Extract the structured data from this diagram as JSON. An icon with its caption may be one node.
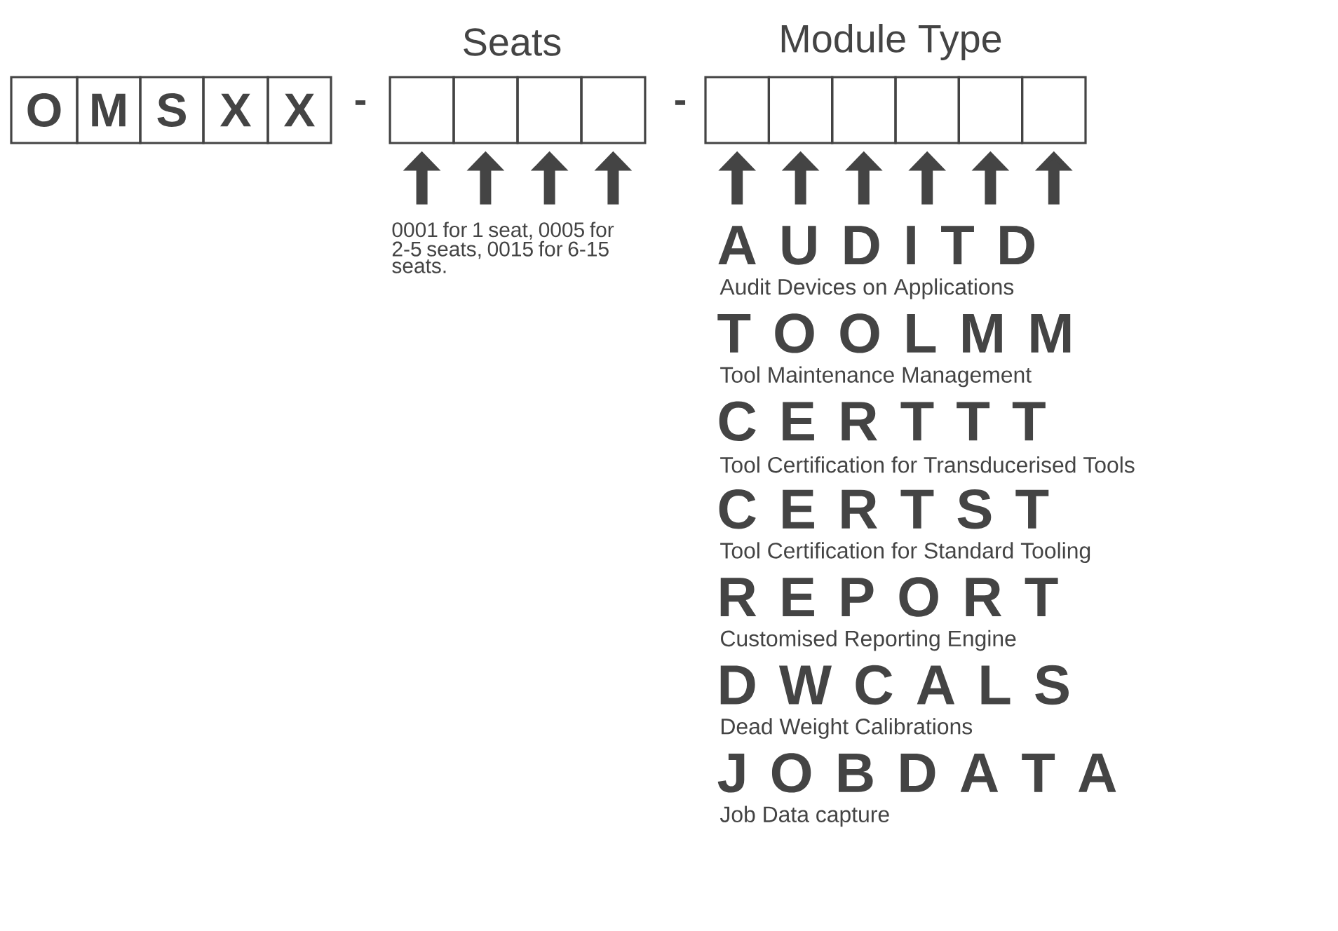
{
  "diagram": {
    "nodes": [
      {
        "text": [
          "O"
        ]
      },
      {
        "text": [
          "M"
        ]
      },
      {
        "text": [
          "S"
        ]
      },
      {
        "text": [
          "X"
        ]
      },
      {
        "text": [
          "X"
        ]
      },
      {
        "text": [],
        "shape": "box"
      },
      {
        "text": [],
        "shape": "box"
      },
      {
        "text": [],
        "shape": "box"
      },
      {
        "text": [],
        "shape": "box"
      },
      {
        "text": [],
        "shape": "box"
      },
      {
        "text": [],
        "shape": "box"
      },
      {
        "text": [],
        "shape": "box"
      },
      {
        "text": [],
        "shape": "box"
      },
      {
        "text": [],
        "shape": "box"
      },
      {
        "text": [],
        "shape": "box"
      }
    ],
    "edges": [
      {
        "from": null,
        "to": 5,
        "arrow": "to"
      },
      {
        "from": null,
        "to": 6,
        "arrow": "to"
      },
      {
        "from": null,
        "to": 7,
        "arrow": "to"
      },
      {
        "from": null,
        "to": 8,
        "arrow": "to"
      },
      {
        "from": null,
        "to": 9,
        "arrow": "to"
      },
      {
        "from": null,
        "to": 10,
        "arrow": "to"
      },
      {
        "from": null,
        "to": 11,
        "arrow": "to"
      },
      {
        "from": null,
        "to": 12,
        "arrow": "to"
      },
      {
        "from": null,
        "to": 13,
        "arrow": "to"
      },
      {
        "from": null,
        "to": 14,
        "arrow": "to"
      }
    ],
    "labels": [
      "Seats",
      "Module Type",
      "-",
      "-",
      "0001 for 1 seat, 0005 for 2-5 seats, 0015 for 6-15 seats.",
      "A U D I T D",
      "Audit Devices on Applications",
      "T O O L M M",
      "Tool Maintenance Management",
      "C E R T T T",
      "Tool Certification for Transducerised Tools",
      "C E R T S T",
      "Tool Certification for Standard Tooling",
      "R E P O R T",
      "Customised Reporting Engine",
      "D W C A L S",
      "Dead Weight Calibrations",
      "J O B D A T A",
      "Job Data capture"
    ]
  }
}
